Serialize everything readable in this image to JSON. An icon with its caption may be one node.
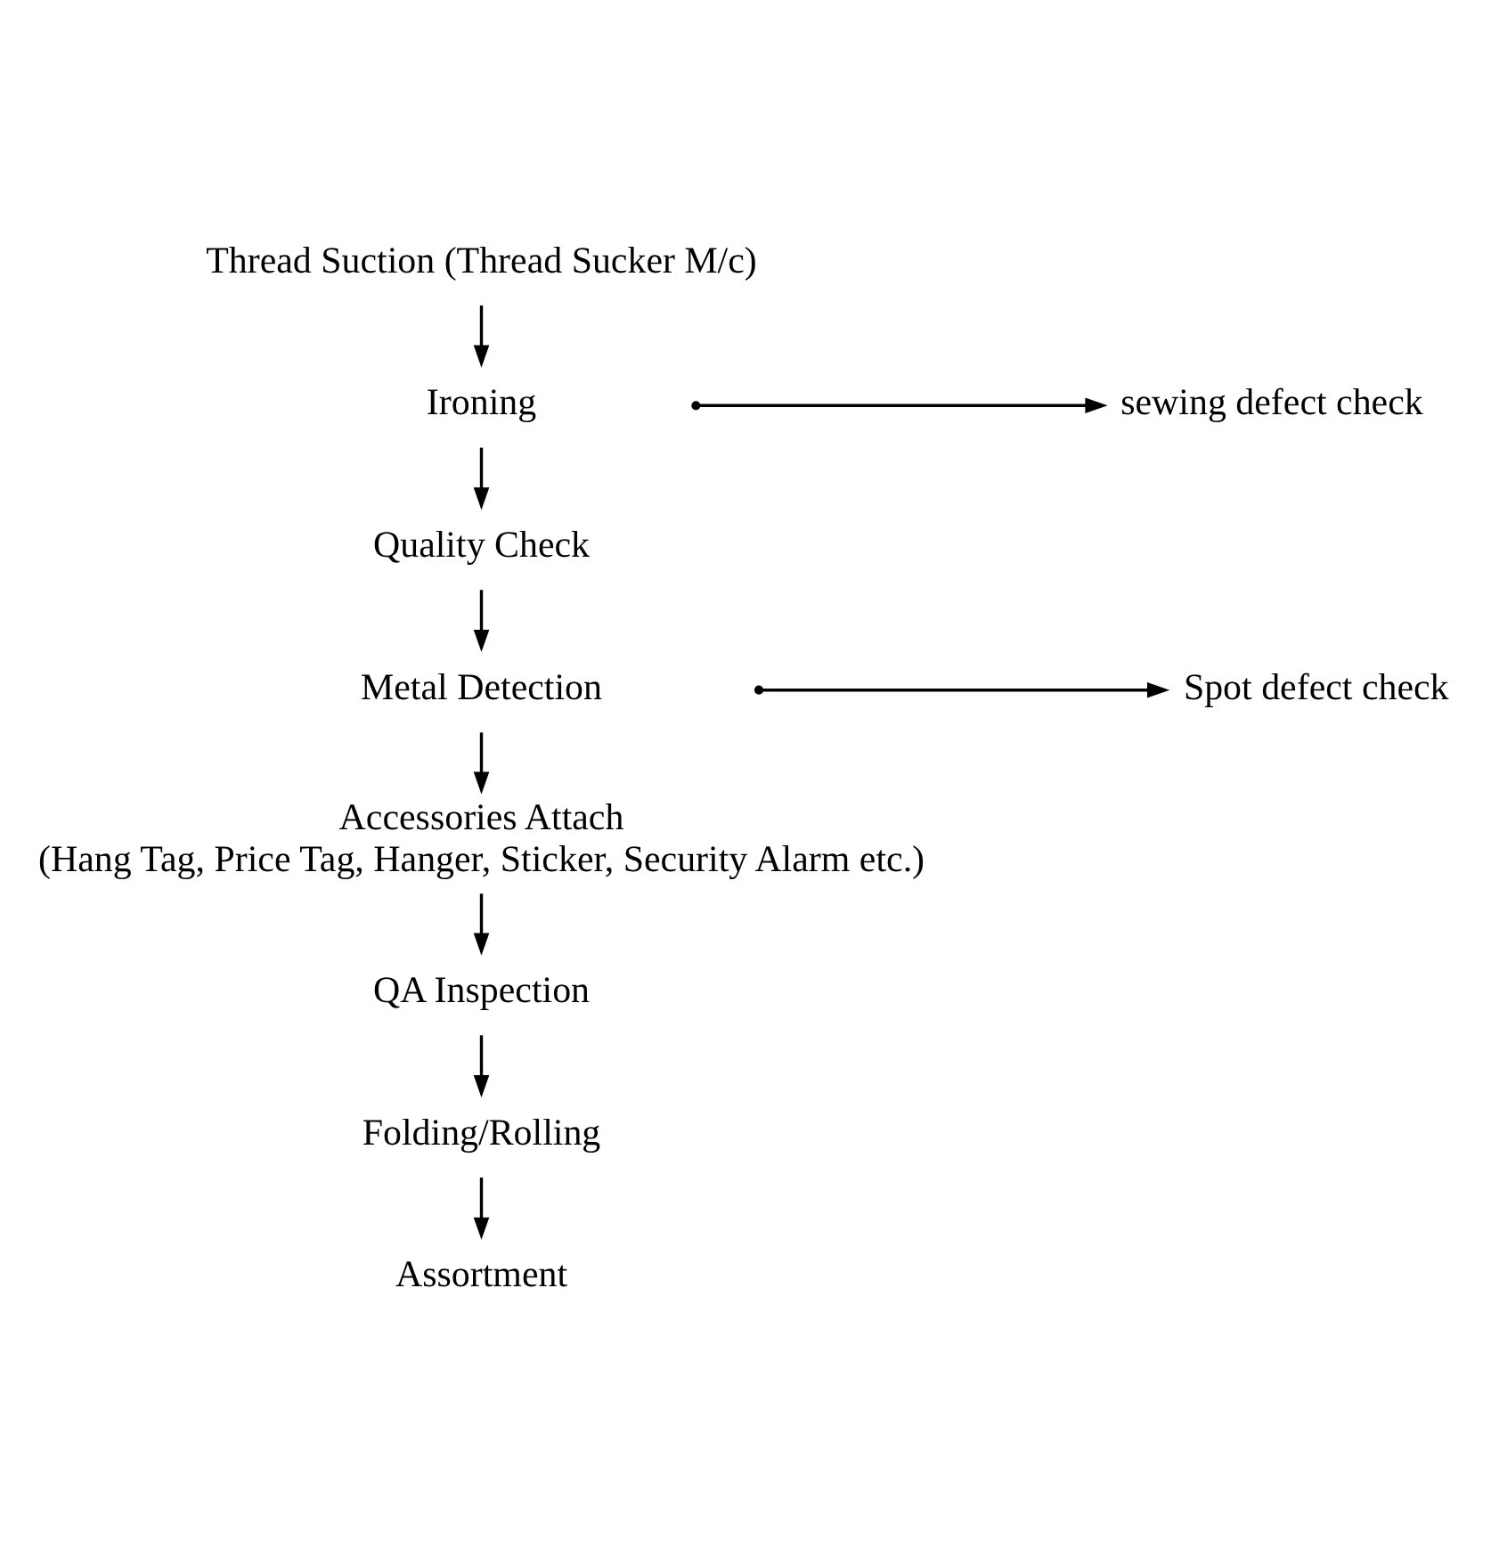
{
  "diagram": {
    "nodes": [
      {
        "text": [
          "Thread Suction (Thread Sucker M/c)"
        ]
      },
      {
        "text": [
          "Ironing"
        ]
      },
      {
        "text": [
          "Quality Check"
        ]
      },
      {
        "text": [
          "Metal Detection"
        ]
      },
      {
        "text": [
          "Accessories Attach",
          "(Hang Tag, Price Tag, Hanger, Sticker, Security Alarm etc.)"
        ]
      },
      {
        "text": [
          "QA Inspection"
        ]
      },
      {
        "text": [
          "Folding/Rolling"
        ]
      },
      {
        "text": [
          "Assortment"
        ]
      },
      {
        "text": [
          "sewing defect check"
        ]
      },
      {
        "text": [
          "Spot defect check"
        ]
      }
    ],
    "edges": [
      {
        "from": 0,
        "to": 1,
        "arrow": "to"
      },
      {
        "from": 1,
        "to": 2,
        "arrow": "to"
      },
      {
        "from": 2,
        "to": 3,
        "arrow": "to"
      },
      {
        "from": 3,
        "to": 4,
        "arrow": "to"
      },
      {
        "from": 4,
        "to": 5,
        "arrow": "to"
      },
      {
        "from": 5,
        "to": 6,
        "arrow": "to"
      },
      {
        "from": 6,
        "to": 7,
        "arrow": "to"
      },
      {
        "from": null,
        "to": 8,
        "arrow": "to"
      },
      {
        "from": null,
        "to": 9,
        "arrow": "to"
      }
    ]
  }
}
